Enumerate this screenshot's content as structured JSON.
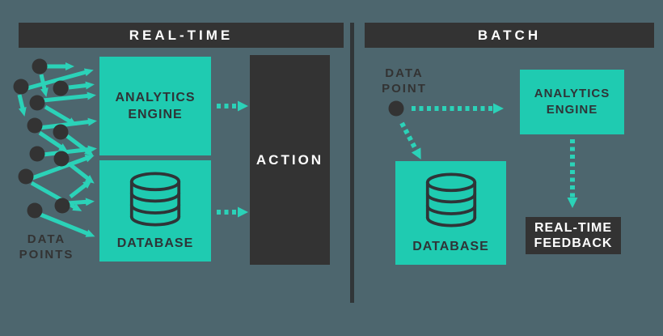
{
  "colors": {
    "background": "#4d666e",
    "teal": "#1fcbb1",
    "dark": "#333333",
    "arrow_teal": "#2bd2b8",
    "text_on_teal": "#2f3437",
    "text_light": "#ffffff"
  },
  "realtime": {
    "header": "REAL-TIME",
    "data_points_label": {
      "line1": "DATA",
      "line2": "POINTS"
    },
    "analytics_engine": {
      "line1": "ANALYTICS",
      "line2": "ENGINE"
    },
    "database_label": "DATABASE",
    "action_label": "ACTION"
  },
  "batch": {
    "header": "BATCH",
    "data_point_label": {
      "line1": "DATA",
      "line2": "POINT"
    },
    "analytics_engine": {
      "line1": "ANALYTICS",
      "line2": "ENGINE"
    },
    "database_label": "DATABASE",
    "feedback_label": {
      "line1": "REAL-TIME",
      "line2": "FEEDBACK"
    }
  }
}
